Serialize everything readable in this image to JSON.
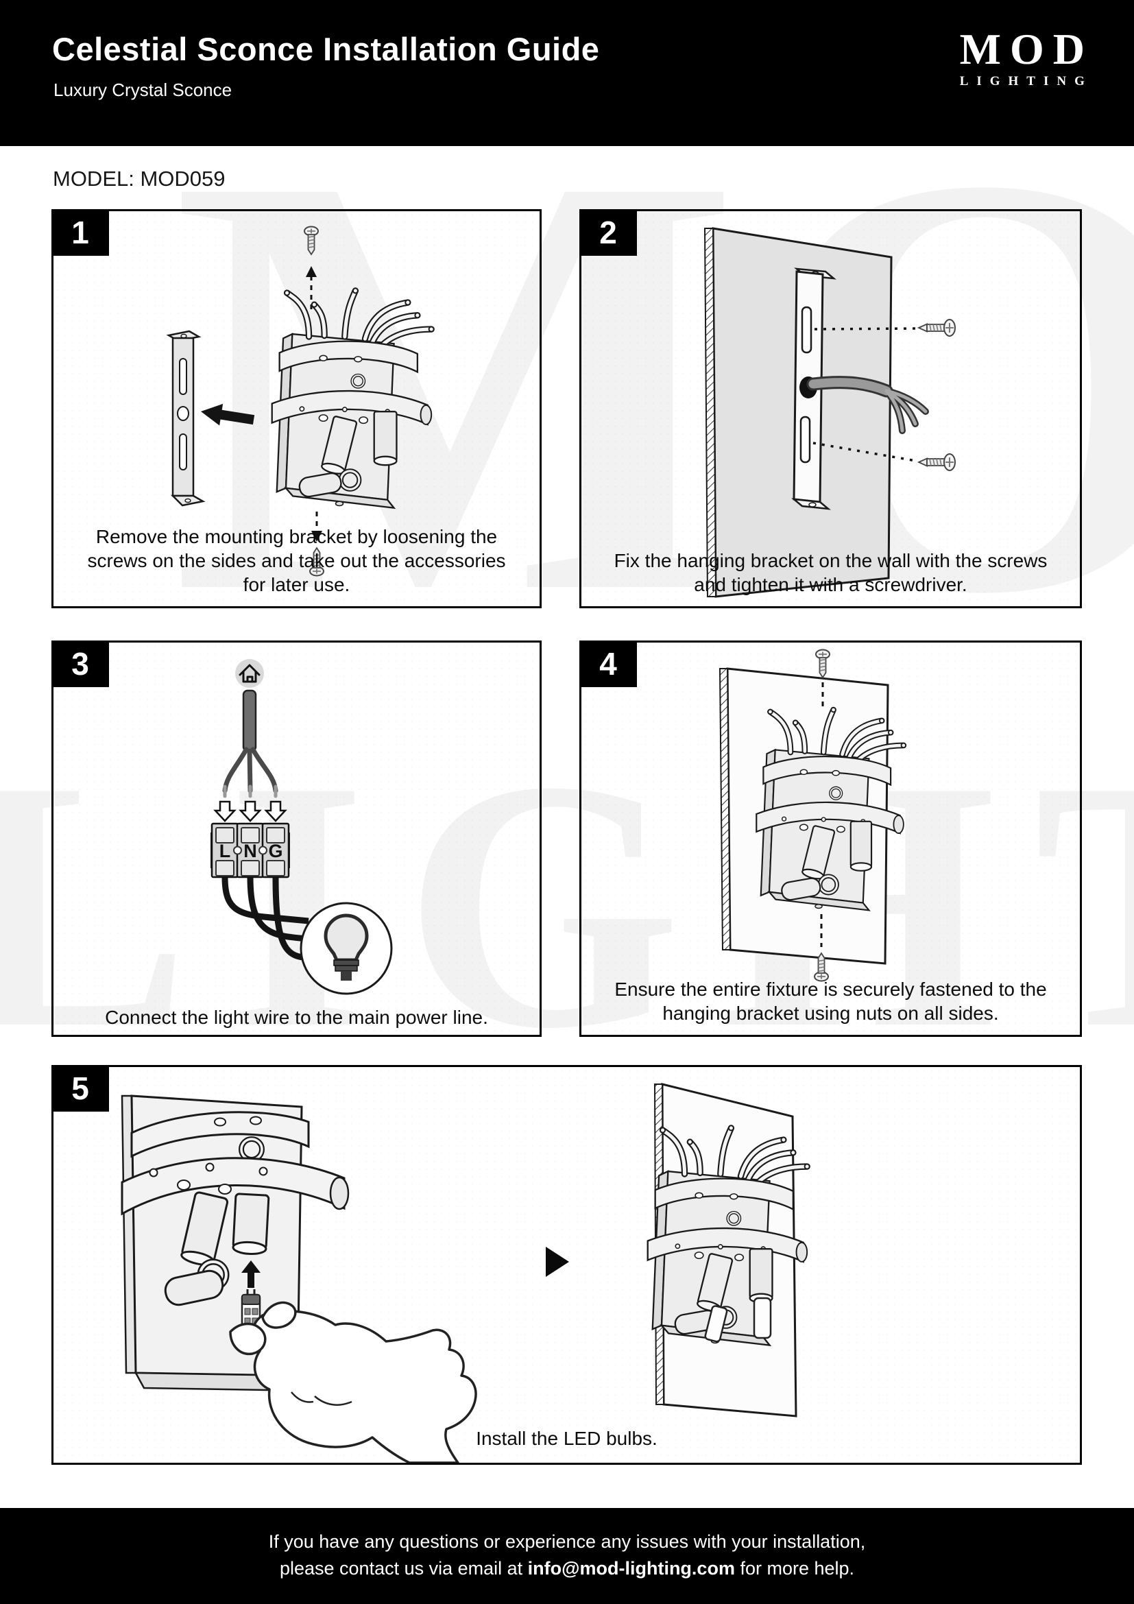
{
  "header": {
    "title": "Celestial Sconce Installation Guide",
    "subtitle": "Luxury Crystal Sconce",
    "logo_primary": "MOD",
    "logo_secondary": "LIGHTING"
  },
  "model_label": "MODEL: MOD059",
  "watermark": {
    "line1": "MOD",
    "line2": "LIGHTING"
  },
  "steps": [
    {
      "number": "1",
      "caption": "Remove the mounting bracket by loosening the screws on the sides and take out the accessories for later use."
    },
    {
      "number": "2",
      "caption": "Fix the hanging bracket on the wall with the screws and tighten it with a screwdriver."
    },
    {
      "number": "3",
      "caption": "Connect the light wire to the main power line.",
      "terminals": [
        "L",
        "N",
        "G"
      ]
    },
    {
      "number": "4",
      "caption": "Ensure the entire fixture is securely fastened to the hanging bracket using nuts on all sides."
    },
    {
      "number": "5",
      "caption": "Install the LED bulbs."
    }
  ],
  "footer": {
    "line1": "If you have any questions or experience any issues with your installation,",
    "line2_prefix": "please contact us via email at ",
    "email": "info@mod-lighting.com",
    "line2_suffix": " for more help."
  },
  "colors": {
    "header_bg": "#000000",
    "footer_bg": "#000000",
    "text": "#111111"
  }
}
